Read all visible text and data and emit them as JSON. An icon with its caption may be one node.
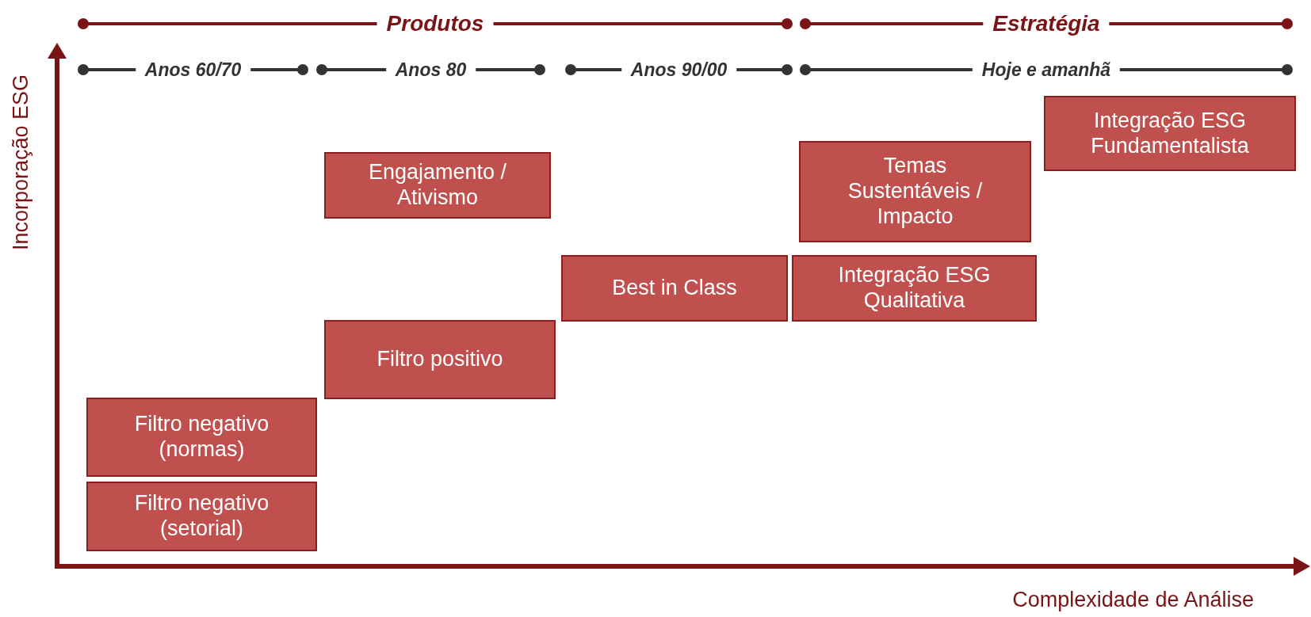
{
  "diagram": {
    "nodes": [
      {
        "text": [
          "Engajamento / Ativismo"
        ]
      },
      {
        "text": [
          "Temas Sustentáveis / Impacto"
        ]
      },
      {
        "text": [
          "Integração ESG Fundamentalista"
        ]
      },
      {
        "text": [
          "Best in Class"
        ]
      },
      {
        "text": [
          "Integração ESG Qualitativa"
        ]
      },
      {
        "text": [
          "Filtro positivo"
        ]
      },
      {
        "text": [
          "Filtro negativo (normas)"
        ]
      },
      {
        "text": [
          "Filtro negativo (setorial)"
        ]
      }
    ],
    "labels": [
      "Produtos",
      "Estratégia",
      "Anos 60/70",
      "Anos 80",
      "Anos 90/00",
      "Hoje e amanhã",
      "Incorporação ESG",
      "Complexidade de Análise"
    ]
  }
}
